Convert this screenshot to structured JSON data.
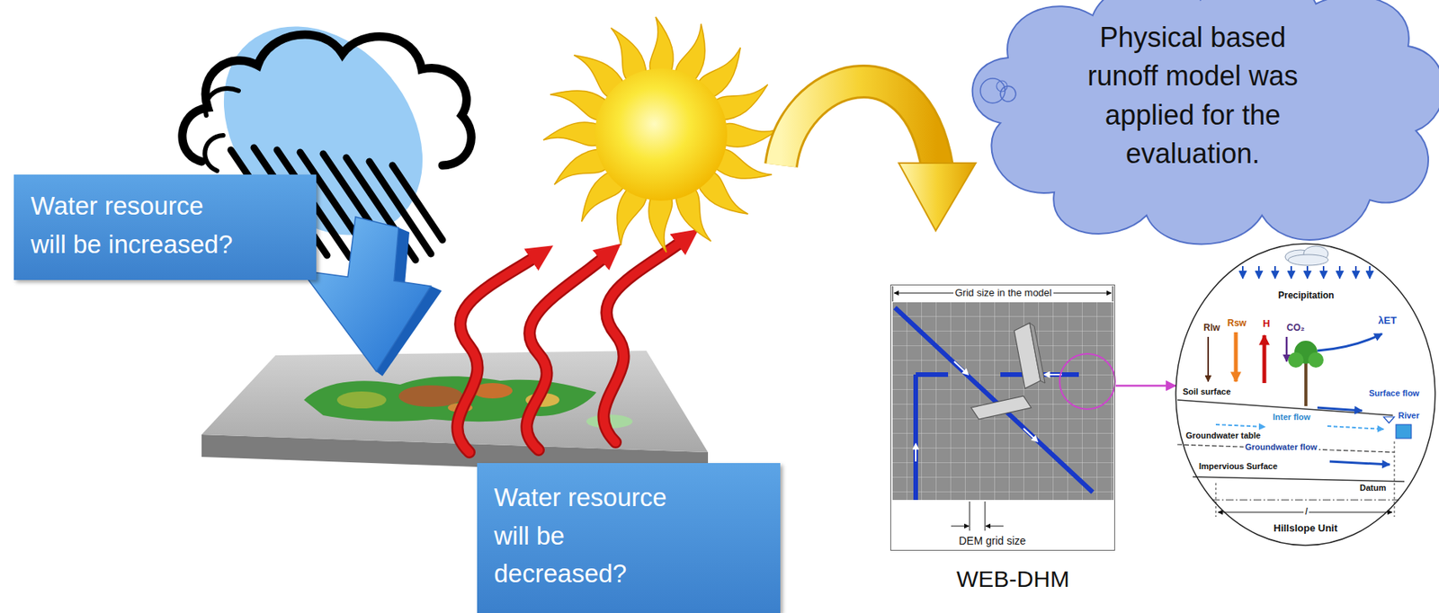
{
  "diagram": {
    "nodes": [
      {
        "text": [
          "Water resource will be increased?"
        ]
      },
      {
        "text": [
          "Water resource will be decreased?"
        ]
      },
      {
        "text": [
          "Physical based runoff model was applied for the evaluation."
        ]
      },
      {
        "text": [
          "Grid size in the model",
          "DEM grid size"
        ]
      },
      {
        "text": [
          "Precipitation",
          "Rlw",
          "Rsw",
          "H",
          "CO₂",
          "λET",
          "Soil surface",
          "Surface flow",
          "Inter flow",
          "Groundwater table",
          "River",
          "Groundwater flow",
          "Impervious Surface",
          "Datum",
          "l",
          "Hillslope Unit"
        ]
      }
    ],
    "edges": [
      {
        "from": 3,
        "to": 4,
        "arrow": "to"
      }
    ],
    "labels": [
      "WEB-DHM"
    ]
  }
}
